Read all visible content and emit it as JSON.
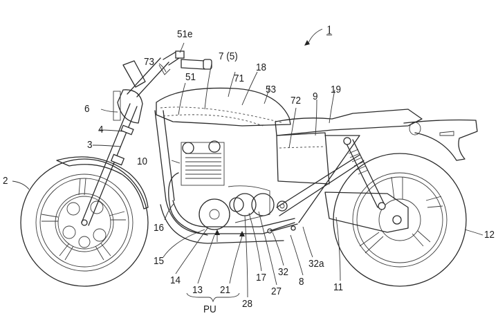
{
  "figure": {
    "reference_numeral": "1",
    "labels": {
      "l51e": "51e",
      "l73": "73",
      "l7": "7 (5)",
      "l18": "18",
      "l51": "51",
      "l71": "71",
      "l53": "53",
      "l72": "72",
      "l9": "9",
      "l19": "19",
      "l6": "6",
      "l4": "4",
      "l3": "3",
      "l2": "2",
      "l10": "10",
      "l16": "16",
      "l15": "15",
      "l14": "14",
      "l13": "13",
      "l21": "21",
      "l28": "28",
      "l17": "17",
      "l27": "27",
      "l32": "32",
      "l8": "8",
      "l32a": "32a",
      "l11": "11",
      "l12": "12",
      "lPU": "PU"
    }
  }
}
